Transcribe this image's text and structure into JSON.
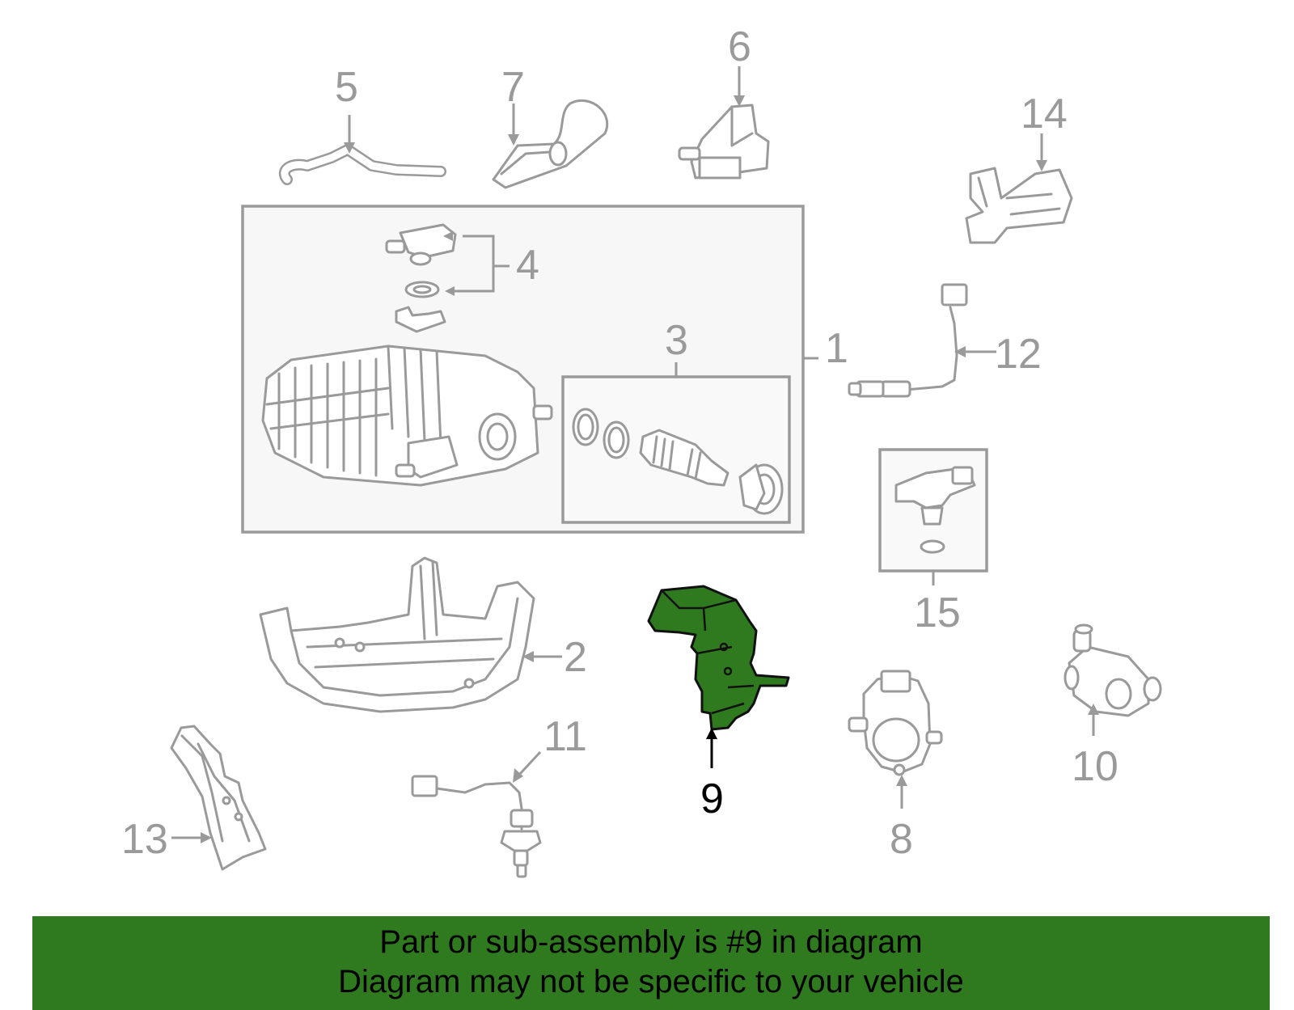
{
  "diagram": {
    "callouts": {
      "c1": "1",
      "c2": "2",
      "c3": "3",
      "c4": "4",
      "c5": "5",
      "c6": "6",
      "c7": "7",
      "c8": "8",
      "c9": "9",
      "c10": "10",
      "c11": "11",
      "c12": "12",
      "c13": "13",
      "c14": "14",
      "c15": "15"
    },
    "highlighted_part": "9",
    "colors": {
      "highlight": "#2f7a1f",
      "line_art": "#9a9a9a",
      "banner": "#2f7a1f"
    }
  },
  "banner": {
    "line1": "Part or sub-assembly is #9 in diagram",
    "line2": "Diagram may not be specific to your vehicle"
  }
}
